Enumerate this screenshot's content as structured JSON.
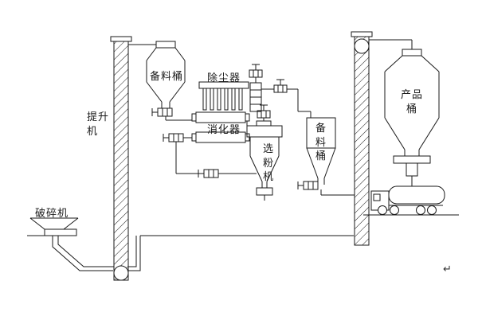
{
  "diagram": {
    "background": "#ffffff",
    "line_color": "#1a1a1a",
    "components": {
      "feed_bin_left": {
        "label": "备料桶"
      },
      "dust_collector": {
        "label": "除尘器"
      },
      "bucket_elevator": {
        "label": "提升机"
      },
      "slaker": {
        "label": "消化器"
      },
      "powder_separator": {
        "label": "选粉机"
      },
      "feed_bin_right": {
        "label": "备料桶"
      },
      "product_bin": {
        "label": "产品桶"
      },
      "crusher": {
        "label": "破碎机"
      }
    },
    "annotations": {
      "return_mark": "↵"
    }
  }
}
